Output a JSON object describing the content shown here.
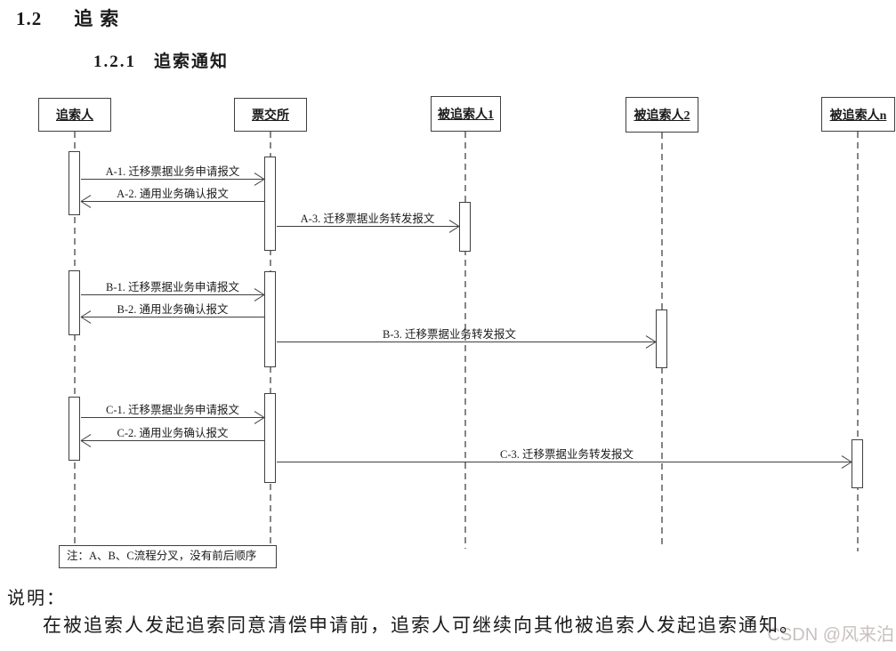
{
  "page": {
    "heading": {
      "number": "1.2",
      "title": "追索"
    },
    "subheading": {
      "number": "1.2.1",
      "title": "追索通知"
    },
    "explanation_label": "说明：",
    "explanation_text": "在被追索人发起追索同意清偿申请前，追索人可继续向其他被追索人发起追索通知。",
    "watermark": "CSDN @风来泊"
  },
  "diagram": {
    "actors": [
      {
        "label": "追索人"
      },
      {
        "label": "票交所"
      },
      {
        "label": "被追索人1"
      },
      {
        "label": "被追索人2"
      },
      {
        "label": "被追索人n"
      }
    ],
    "messages": [
      {
        "label": "A-1. 迁移票据业务申请报文",
        "from": "追索人",
        "to": "票交所"
      },
      {
        "label": "A-2. 通用业务确认报文",
        "from": "票交所",
        "to": "追索人"
      },
      {
        "label": "A-3. 迁移票据业务转发报文",
        "from": "票交所",
        "to": "被追索人1"
      },
      {
        "label": "B-1. 迁移票据业务申请报文",
        "from": "追索人",
        "to": "票交所"
      },
      {
        "label": "B-2. 通用业务确认报文",
        "from": "票交所",
        "to": "追索人"
      },
      {
        "label": "B-3. 迁移票据业务转发报文",
        "from": "票交所",
        "to": "被追索人2"
      },
      {
        "label": "C-1. 迁移票据业务申请报文",
        "from": "追索人",
        "to": "票交所"
      },
      {
        "label": "C-2. 通用业务确认报文",
        "from": "票交所",
        "to": "追索人"
      },
      {
        "label": "C-3. 迁移票据业务转发报文",
        "from": "票交所",
        "to": "被追索人n"
      }
    ],
    "note": "注：A、B、C流程分叉，没有前后顺序"
  },
  "colors": {
    "line": "#3f3f3f",
    "text": "#1a1a1a",
    "watermark": "#c9c0c0"
  }
}
